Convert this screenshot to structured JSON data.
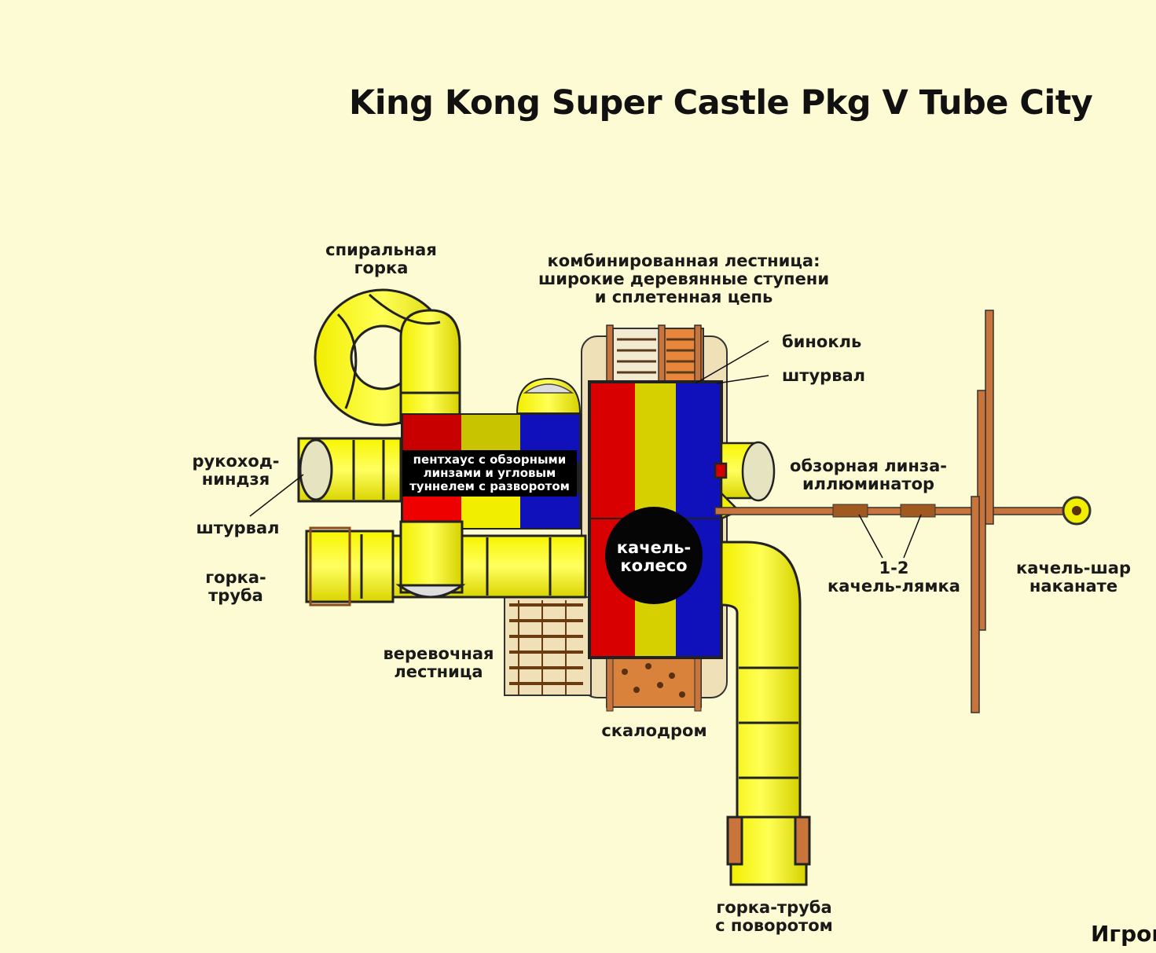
{
  "title": "King Kong Super Castle Pkg V Tube City",
  "corner_text": "Игров",
  "colors": {
    "background": "#fdfbd3",
    "tube_yellow": "#f5f100",
    "red": "#d00000",
    "olive_yellow": "#c9c400",
    "blue": "#1111bb",
    "wood": "#c8743a"
  },
  "labels": {
    "spiral_slide": "спиральная\nгорка",
    "combo_ladder": "комбинированная лестница:\nширокие деревянные ступени\nи сплетенная цепь",
    "binoculars": "бинокль",
    "steering_wheel_right": "штурвал",
    "monkey_bars": "рукоход-\nниндзя",
    "steering_wheel_left": "штурвал",
    "tube_slide": "горка-\nтруба",
    "penthouse": "пентхаус с обзорными\nлинзами и угловым\nтуннелем с разворотом",
    "view_lens": "обзорная линза-\nиллюминатор",
    "wheel_swing": "качель-\nколесо",
    "belt_swing": "1-2\nкачель-лямка",
    "rope_ball_swing": "качель-шар\nнаканате",
    "rope_ladder": "веревочная\nлестница",
    "climbing_wall": "скалодром",
    "turn_tube_slide": "горка-труба\nс поворотом"
  }
}
